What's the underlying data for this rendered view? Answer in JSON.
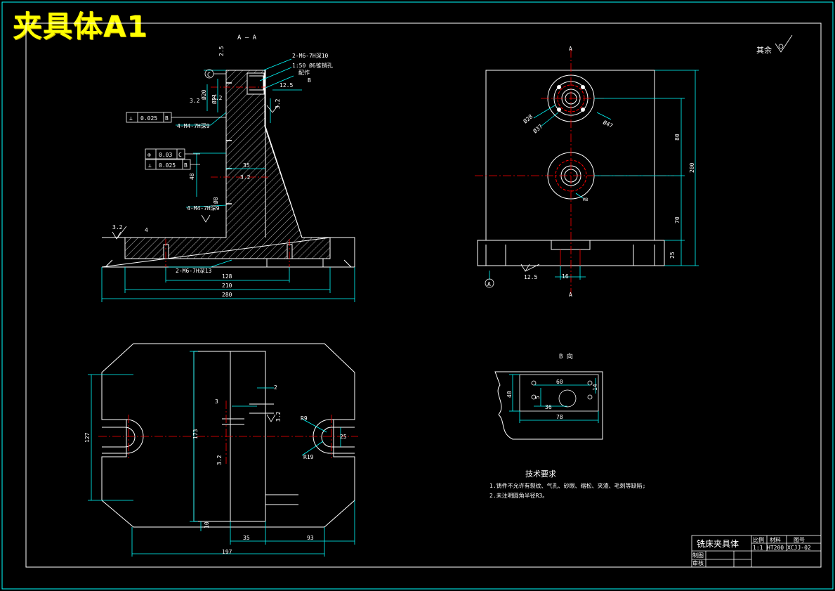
{
  "title": "夹具体A1",
  "section_label": "A — A",
  "roughness_note": "其余",
  "view_b_label": "B 向",
  "tech_req": {
    "heading": "技术要求",
    "items": [
      "1.铸件不允许有裂纹、气孔、砂眼、缩松、夹渣、毛刺等缺陷;",
      "2.未注明圆角半径R3。"
    ]
  },
  "section_view": {
    "callouts": [
      "2-M6-7H深10",
      "1:50 Ø6锥销孔",
      "配作",
      "4-M4-7H深9",
      "4-M4-7H深9",
      "2-M6-7H深13"
    ],
    "dims": [
      "2.5",
      "Ø20",
      "Ø21",
      "3.2",
      "3.2",
      "3.2",
      "3.2",
      "12.5",
      "B",
      "48",
      "Ø8",
      "35",
      "4",
      "128",
      "210",
      "280"
    ],
    "tolerance_frames": [
      {
        "sym": "⊥",
        "value": "0.025",
        "datum": "B"
      },
      {
        "sym": "⊕",
        "value": "0.03",
        "datum": "C"
      },
      {
        "sym": "⊥",
        "value": "0.025",
        "datum": "B"
      }
    ],
    "datum_c": "C"
  },
  "front_view": {
    "dims": [
      "Ø28",
      "Ø37",
      "Ø47",
      "M8",
      "80",
      "200",
      "70",
      "25",
      "12.5",
      "16",
      "A",
      "A",
      "A"
    ]
  },
  "plan_view": {
    "dims": [
      "127",
      "173",
      "3",
      "2",
      "3.2",
      "3.2",
      "R9",
      "25",
      "R19",
      "10",
      "35",
      "93",
      "197"
    ]
  },
  "view_b": {
    "dims": [
      "60",
      "40",
      "5",
      "36",
      "14",
      "78"
    ]
  },
  "title_block": {
    "name": "铣床夹具体",
    "col_scale": "比例",
    "col_material": "材料",
    "col_drawing_no": "图号",
    "scale": "1:1",
    "material": "HT200",
    "drawing_no": "XCJJ-02",
    "row_draw": "制图",
    "row_check": "审核"
  },
  "colors": {
    "background": "#000000",
    "outline": "#ffffff",
    "dimension": "#00ffff",
    "centerline": "#ff0000",
    "title": "#ffff00"
  }
}
